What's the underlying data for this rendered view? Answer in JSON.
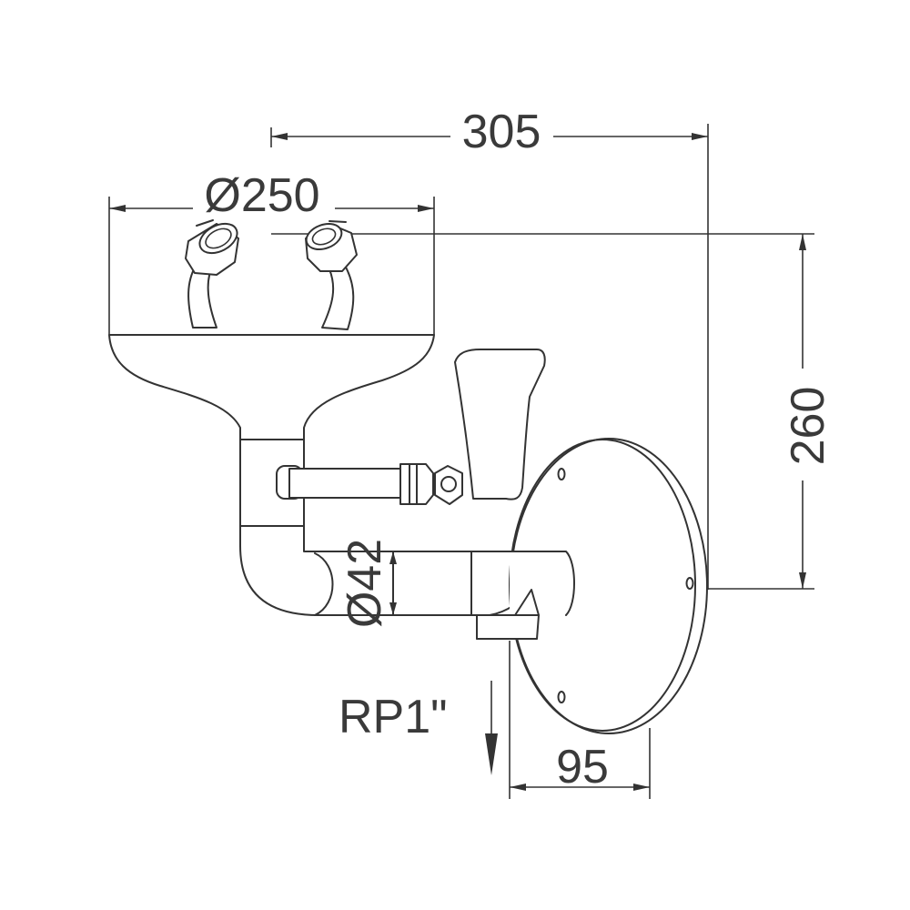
{
  "drawing": {
    "dimensions": {
      "overall_width": "305",
      "bowl_diameter": "Ø250",
      "overall_height": "260",
      "pipe_diameter": "Ø42",
      "wall_plate_depth": "95"
    },
    "inlet_label": "RP1\""
  }
}
